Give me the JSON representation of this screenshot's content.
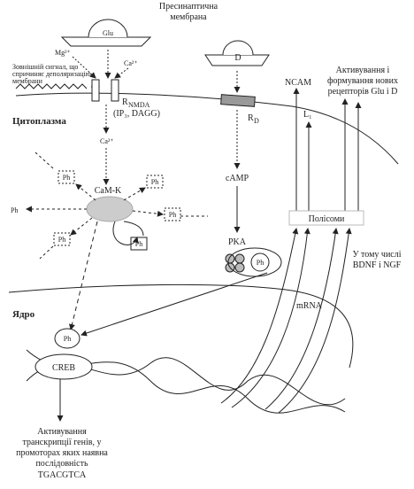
{
  "labels": {
    "presynaptic_membrane": [
      "Пресинаптична",
      "мембрана"
    ],
    "glu": "Glu",
    "mg": "Mg²⁺",
    "ca": "Ca²⁺",
    "depolarization": [
      "Зовнішній сигнал, що",
      "спричиняє деполяризацію",
      "мембрани"
    ],
    "r_nmda": "R",
    "r_nmda_sub": "NMDA",
    "ip_dag": "(IP₃, DAGG)",
    "cytoplasm": "Цитоплазма",
    "ca_cyto": "Ca²⁺",
    "camk": "CaM-K",
    "ph": "Ph",
    "d": "D",
    "r_d": "R",
    "r_d_sub": "D",
    "camp": "cAMP",
    "pka": "PKA",
    "ncam": "NCAM",
    "l1": "L₁",
    "activation": [
      "Активування і",
      "формування нових",
      "рецепторів Glu і D"
    ],
    "polysomes": "Полісоми",
    "bdnf": [
      "У тому числі",
      "BDNF і NGF"
    ],
    "mrna": "mRNA",
    "nucleus": "Ядро",
    "creb": "CREB",
    "transcription": [
      "Активування",
      "транскрипції генів, у",
      "промоторах яких наявна",
      "послідовність"
    ],
    "sequence": "TGACGTCA"
  }
}
